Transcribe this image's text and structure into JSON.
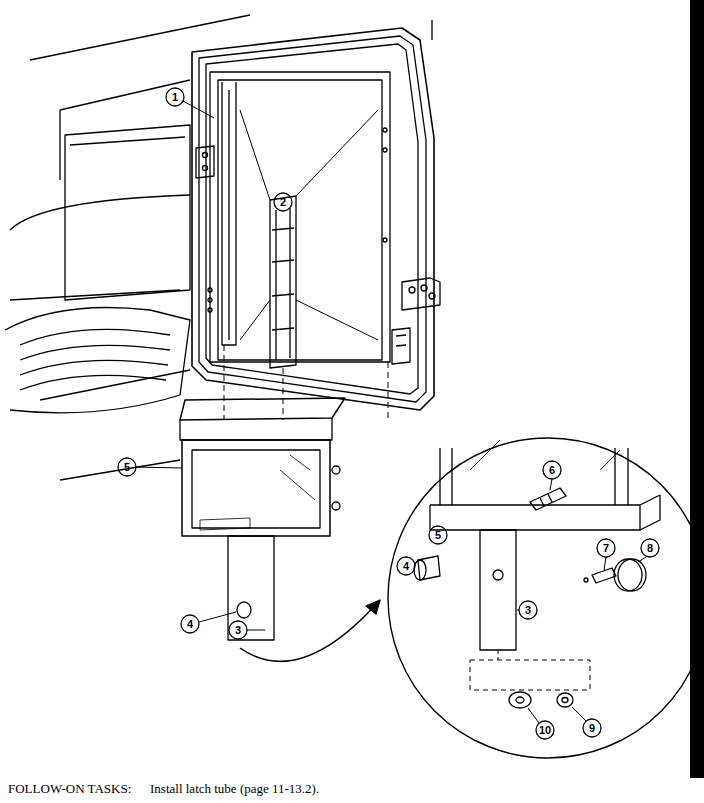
{
  "diagram": {
    "labels": [
      "1",
      "2",
      "5",
      "4",
      "3",
      "6",
      "5",
      "7",
      "8",
      "4",
      "3",
      "10",
      "9",
      "FOLLOW-ON TASKS:",
      "Install latch tube (page 11-13.2)."
    ]
  }
}
